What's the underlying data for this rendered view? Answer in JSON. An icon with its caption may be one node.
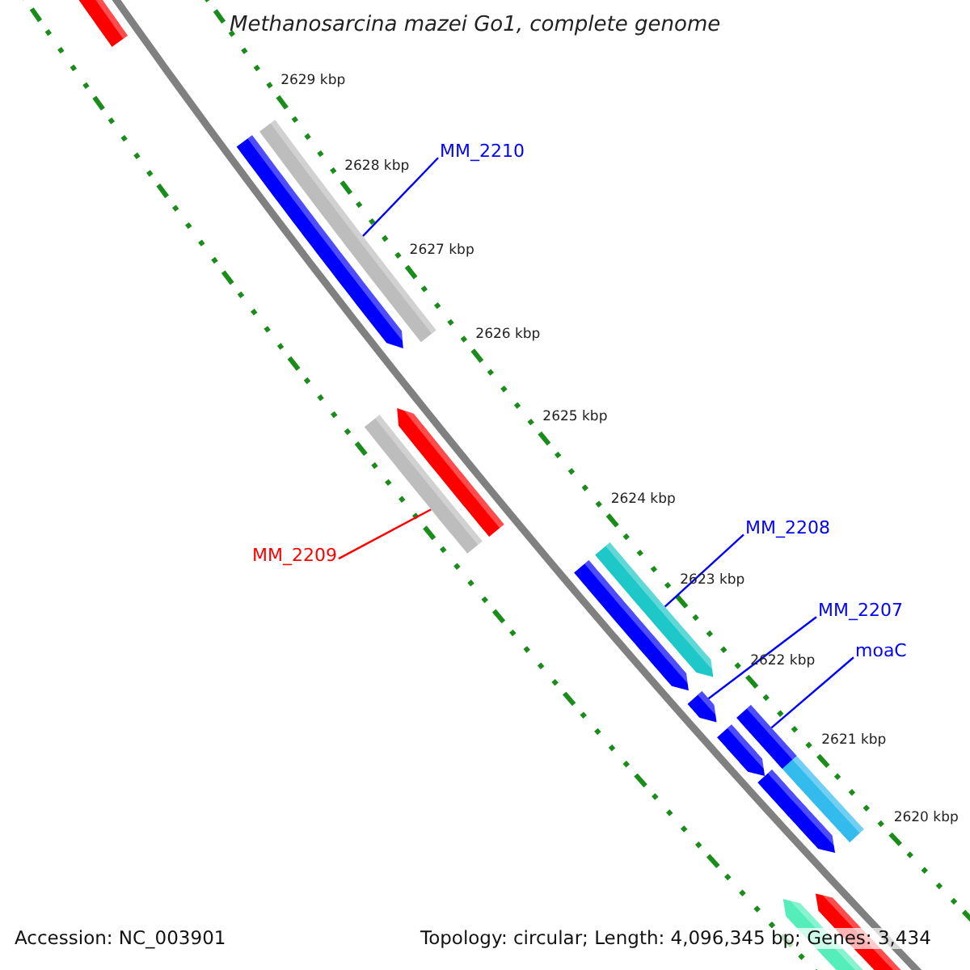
{
  "diagram": {
    "title": "Methanosarcina mazei Go1, complete genome",
    "nodes": [
      {
        "text": [
          "MM_2210"
        ]
      },
      {
        "text": [],
        "shape": "bar"
      },
      {
        "text": [
          "MM_2209"
        ]
      },
      {
        "text": [],
        "shape": "bar"
      },
      {
        "text": [
          "MM_2208"
        ]
      },
      {
        "text": [],
        "shape": "bar"
      },
      {
        "text": [
          "MM_2207"
        ]
      },
      {
        "text": [],
        "shape": "bar"
      },
      {
        "text": [
          "moaC"
        ]
      },
      {
        "text": [],
        "shape": "bar"
      }
    ],
    "edges": [
      {
        "from": 0,
        "to": 1,
        "arrow": "none"
      },
      {
        "from": 2,
        "to": 3,
        "arrow": "none",
        "color": "#ff0000"
      },
      {
        "from": 4,
        "to": 5,
        "arrow": "none"
      },
      {
        "from": 6,
        "to": 7,
        "arrow": "none"
      },
      {
        "from": 8,
        "to": 9,
        "arrow": "none"
      }
    ],
    "labels": [
      "2629 kbp",
      "2628 kbp",
      "2627 kbp",
      "2626 kbp",
      "2625 kbp",
      "2624 kbp",
      "2623 kbp",
      "2622 kbp",
      "2621 kbp",
      "2620 kbp",
      "Accession: NC_003901",
      "Topology: circular; Length: 4,096,345 bp; Genes: 3,434"
    ]
  }
}
